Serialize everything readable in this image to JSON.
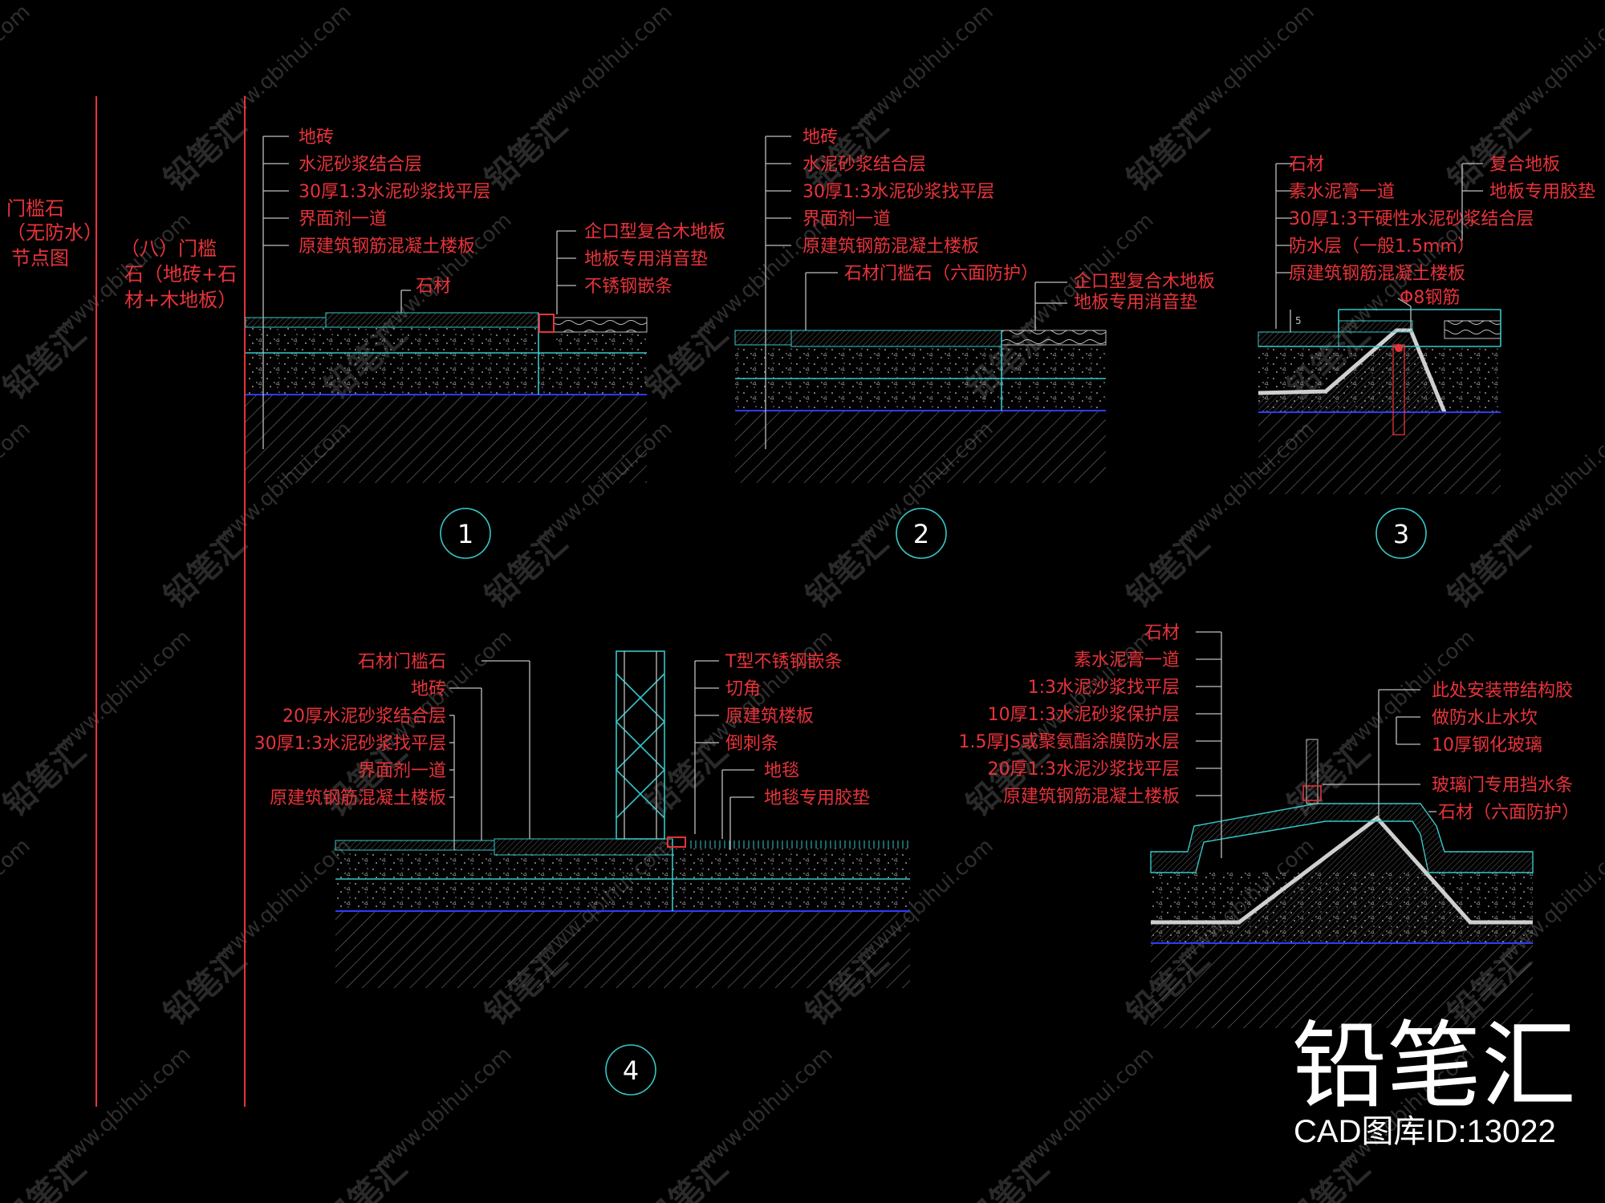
{
  "left_titles": {
    "main": [
      "门槛石",
      "（无防水）",
      "节点图"
    ],
    "sub": [
      "（八）门槛",
      "石（地砖+石",
      "材+木地板）"
    ]
  },
  "details": [
    {
      "number": "1",
      "left_labels": [
        "地砖",
        "水泥砂浆结合层",
        "30厚1:3水泥砂浆找平层",
        "界面剂一道",
        "原建筑钢筋混凝土楼板"
      ],
      "right_labels": [
        "企口型复合木地板",
        "地板专用消音垫",
        "不锈钢嵌条"
      ],
      "inline_label": "石材"
    },
    {
      "number": "2",
      "left_labels": [
        "地砖",
        "水泥砂浆结合层",
        "30厚1:3水泥砂浆找平层",
        "界面剂一道",
        "原建筑钢筋混凝土楼板"
      ],
      "inline_label": "石材门槛石（六面防护）",
      "right_labels": [
        "企口型复合木地板",
        "地板专用消音垫"
      ]
    },
    {
      "number": "3",
      "left_labels": [
        "石材",
        "素水泥膏一道",
        "30厚1:3干硬性水泥砂浆结合层",
        "防水层（一般1.5mm）",
        "原建筑钢筋混凝土楼板"
      ],
      "right_labels": [
        "复合地板",
        "地板专用胶垫"
      ],
      "rebar_label": "Φ8钢筋",
      "dim_label": "5"
    },
    {
      "number": "4",
      "left_labels": [
        "石材门槛石",
        "地砖",
        "20厚水泥砂浆结合层",
        "30厚1:3水泥砂浆找平层",
        "界面剂一道",
        "原建筑钢筋混凝土楼板"
      ],
      "right_labels": [
        "T型不锈钢嵌条",
        "切角",
        "原建筑楼板",
        "倒刺条",
        "地毯",
        "地毯专用胶垫"
      ]
    },
    {
      "left_labels": [
        "石材",
        "素水泥膏一道",
        "1:3水泥沙浆找平层",
        "10厚1:3水泥砂浆保护层",
        "1.5厚JS或聚氨酯涂膜防水层",
        "20厚1:3水泥沙浆找平层",
        "原建筑钢筋混凝土楼板"
      ],
      "right_labels": [
        "此处安装带结构胶",
        "做防水止水坎",
        "10厚钢化玻璃",
        "玻璃门专用挡水条",
        "石材（六面防护）"
      ]
    }
  ],
  "watermark": {
    "text": "www.qbihui.com",
    "cn": "铅笔汇"
  },
  "brand": {
    "name": "铅笔汇",
    "sub": "CAD图库ID:13022"
  },
  "colors": {
    "background": "#000000",
    "annotation": "#e8333a",
    "outline": "#37c7c7",
    "hatch": "#8a8a8a",
    "membrane": "#2c3cff"
  }
}
